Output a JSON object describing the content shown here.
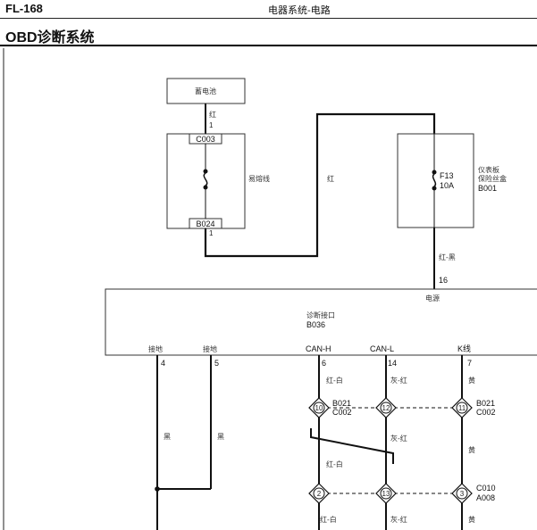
{
  "header": {
    "page_code": "FL-168",
    "section": "电器系统-电路"
  },
  "title": "OBD诊断系统",
  "diagram": {
    "battery": "蓄电池",
    "battery_wire_color": "红",
    "battery_wire_pin": "1",
    "fuse_link": {
      "top_connector": "C003",
      "bottom_connector": "B024",
      "label": "易熔线",
      "bottom_pin": "1"
    },
    "link_wire_color": "红",
    "panel_fuse": {
      "name": "F13",
      "rating": "10A",
      "label_line1": "仪表板",
      "label_line2": "保险丝盒",
      "connector": "B001"
    },
    "power_wire_color": "红-黑",
    "power_pin": "16",
    "obd": {
      "power_label": "电源",
      "port_label": "诊断接口",
      "port_connector": "B036"
    },
    "pins": [
      {
        "name": "接地",
        "pin": "4",
        "wire": "黑"
      },
      {
        "name": "接地",
        "pin": "5",
        "wire": "黑"
      },
      {
        "name": "CAN-H",
        "pin": "6",
        "wire": "红-白"
      },
      {
        "name": "CAN-L",
        "pin": "14",
        "wire": "灰-红"
      },
      {
        "name": "K线",
        "pin": "7",
        "wire": "黄"
      }
    ],
    "splice_row1": {
      "can_h": "10",
      "can_l": "12",
      "k_line": "11",
      "left_connectors": [
        "B021",
        "C002"
      ],
      "right_connectors": [
        "B021",
        "C002"
      ]
    },
    "mid_wire_colors": {
      "can_l": "灰-红",
      "can_h": "红-白",
      "k_line": "黄"
    },
    "splice_row2": {
      "can_h": "2",
      "can_l": "13",
      "k_line": "3",
      "connectors": [
        "C010",
        "A008"
      ]
    },
    "bottom_wire_colors": {
      "can_h": "红-白",
      "can_l": "灰-红",
      "k_line": "黄"
    }
  }
}
